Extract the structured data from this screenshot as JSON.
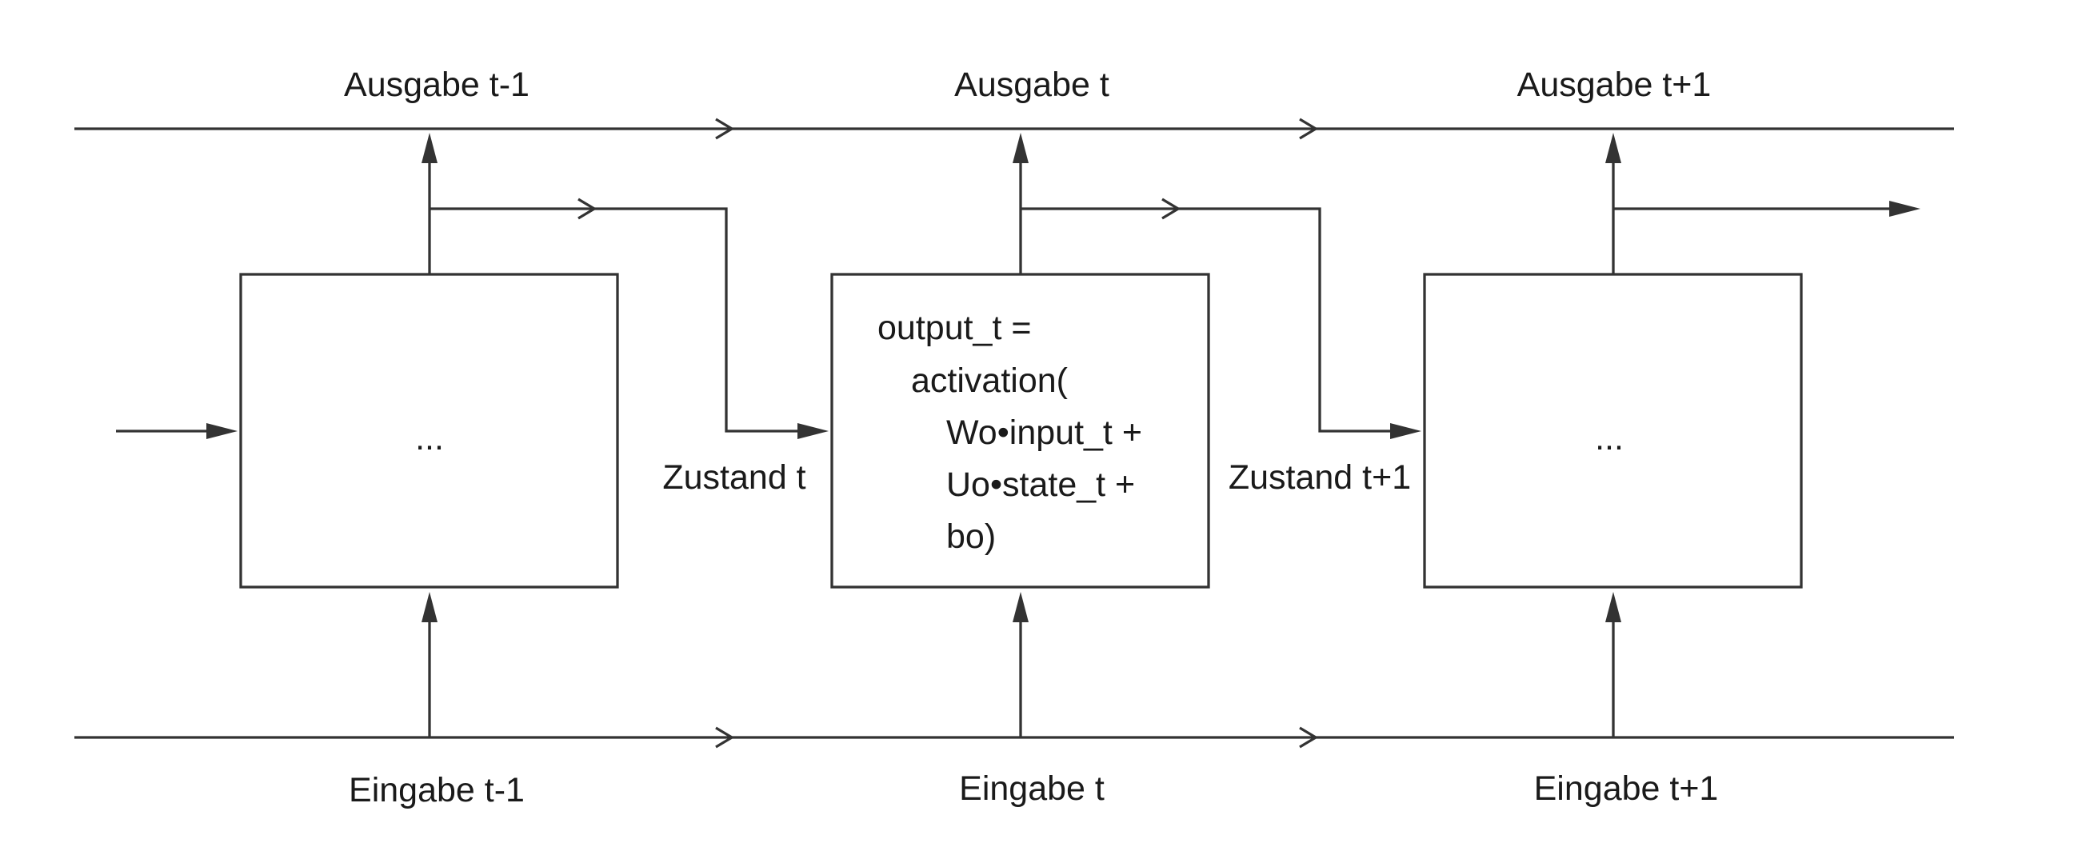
{
  "outputs": [
    "Ausgabe t-1",
    "Ausgabe t",
    "Ausgabe t+1"
  ],
  "inputs": [
    "Eingabe t-1",
    "Eingabe t",
    "Eingabe t+1"
  ],
  "states": [
    "Zustand t",
    "Zustand t+1"
  ],
  "cells": {
    "left_placeholder": "...",
    "right_placeholder": "...",
    "formula": [
      "output_t =",
      "activation(",
      "Wo•input_t +",
      "Uo•state_t +",
      "bo)"
    ]
  }
}
